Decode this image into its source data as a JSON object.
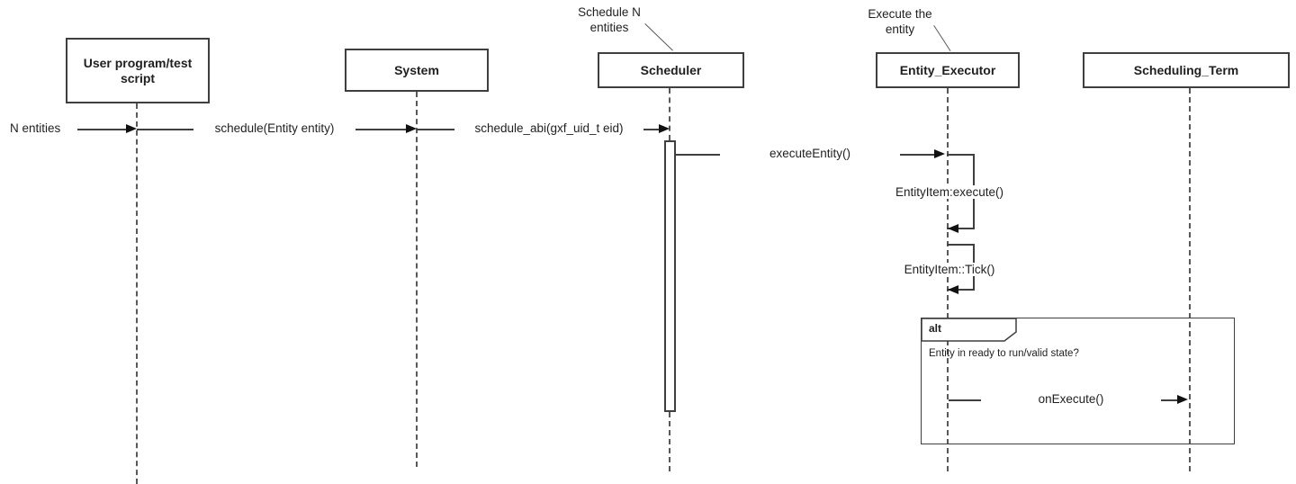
{
  "diagram": {
    "type": "uml-sequence-diagram",
    "actors": [
      {
        "id": "user",
        "label": "User program/test script"
      },
      {
        "id": "system",
        "label": "System"
      },
      {
        "id": "scheduler",
        "label": "Scheduler"
      },
      {
        "id": "executor",
        "label": "Entity_Executor"
      },
      {
        "id": "schedterm",
        "label": "Scheduling_Term"
      }
    ],
    "annotations": [
      {
        "target": "scheduler",
        "line1": "Schedule N",
        "line2": "entities"
      },
      {
        "target": "executor",
        "line1": "Execute the",
        "line2": "entity"
      }
    ],
    "messages": {
      "found": "N entities",
      "schedule": "schedule(Entity entity)",
      "schedule_abi": "schedule_abi(gxf_uid_t eid)",
      "execute_entity": "executeEntity()",
      "entity_item_execute": "EntityItem:execute()",
      "entity_item_tick": "EntityItem::Tick()",
      "on_execute": "onExecute()"
    },
    "fragment": {
      "operator": "alt",
      "guard": "Entity in ready to run/valid state?"
    },
    "colors": {
      "line": "#3f3f3f",
      "lifeline": "#595959",
      "text": "#1f1f1f",
      "background": "#ffffff"
    }
  }
}
